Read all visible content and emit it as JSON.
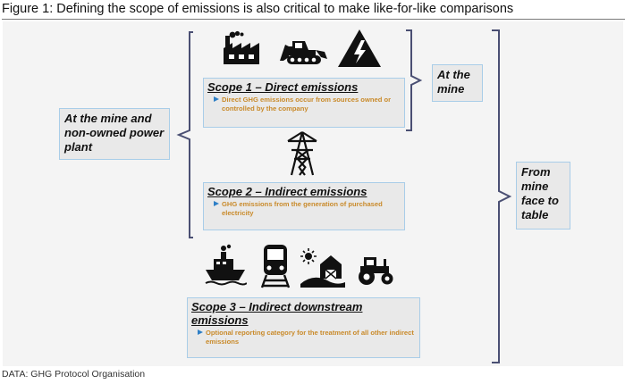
{
  "figure_title": "Figure 1: Defining the scope of emissions is also critical to make like-for-like comparisons",
  "scopes": [
    {
      "title": "Scope 1 – Direct emissions",
      "description": "Direct GHG emissions occur from sources owned or controlled by the company",
      "icons": [
        "factory-icon",
        "bulldozer-icon",
        "high-voltage-icon"
      ]
    },
    {
      "title": "Scope 2 – Indirect emissions",
      "description": "GHG emissions from the generation of purchased electricity",
      "icons": [
        "transmission-tower-icon"
      ]
    },
    {
      "title": "Scope 3 – Indirect downstream emissions",
      "description": "Optional reporting category for the treatment of all other indirect emissions",
      "icons": [
        "ship-icon",
        "train-icon",
        "farm-icon",
        "tractor-icon"
      ]
    }
  ],
  "labels": {
    "mine_and_plant": "At the mine and non-owned power plant",
    "at_mine": "At the mine",
    "mine_to_table": "From mine face to table"
  },
  "source": "DATA: GHG Protocol Organisation",
  "colors": {
    "panel_background": "#f4f4f4",
    "box_background": "#e9e9e9",
    "box_border": "#a9cde8",
    "bracket": "#4a4f73",
    "description_text": "#c98a2a",
    "bullet": "#2e7fc6"
  }
}
